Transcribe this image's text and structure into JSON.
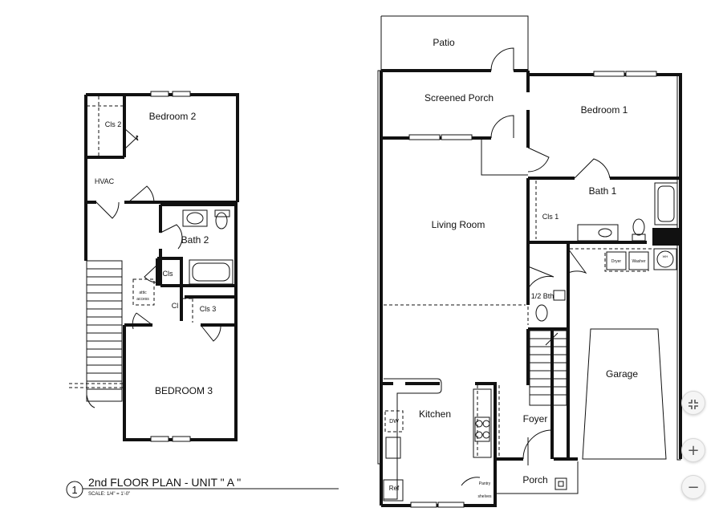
{
  "unit_a": {
    "rooms": {
      "bedroom2": "Bedroom 2",
      "cls2": "Cls 2",
      "hvac": "HVAC",
      "bath2": "Bath 2",
      "cls": "Cls",
      "cl": "Cl",
      "cls3": "Cls 3",
      "attic_line1": "attic",
      "attic_line2": "access",
      "bedroom3": "BEDROOM 3"
    },
    "title_block": {
      "number": "1",
      "title": "2nd FLOOR PLAN - UNIT \" A \"",
      "scale": "SCALE:  1/4\" = 1'-0\""
    }
  },
  "first_floor": {
    "rooms": {
      "patio": "Patio",
      "screened_porch": "Screened Porch",
      "bedroom1": "Bedroom 1",
      "bath1": "Bath 1",
      "cls1": "Cls 1",
      "living_room": "Living Room",
      "half_bath": "1/2 Bth",
      "garage": "Garage",
      "kitchen": "Kitchen",
      "foyer": "Foyer",
      "porch": "Porch",
      "dw": "DW",
      "ref": "Ref",
      "pantry": "Pantry",
      "shelves": "shelves",
      "dryer": "Dryer",
      "washer": "Washer",
      "wh": "WH"
    }
  },
  "zoom_controls": {
    "fit_icon": "fit-screen-icon",
    "zoom_in_label": "+",
    "zoom_out_label": "−"
  }
}
